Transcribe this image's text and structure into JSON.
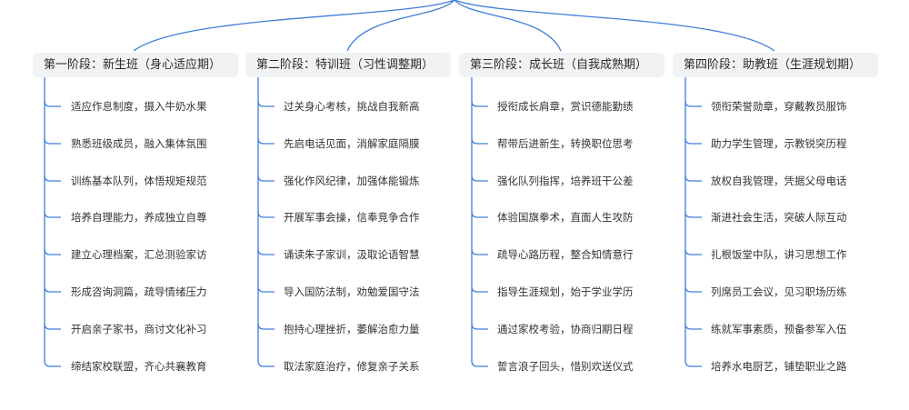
{
  "colors": {
    "connector": "#3f7fd9",
    "header_bg": "#f1f2f4",
    "text": "#333333"
  },
  "stages": [
    {
      "title": "第一阶段：新生班（身心适应期）",
      "items": [
        "适应作息制度，摄入牛奶水果",
        "熟悉班级成员，融入集体氛围",
        "训练基本队列，体悟规矩规范",
        "培养自理能力，养成独立自尊",
        "建立心理档案，汇总测验家访",
        "形成咨询洞篇，疏导情绪压力",
        "开启亲子家书，商讨文化补习",
        "缔结家校联盟，齐心共襄教育"
      ]
    },
    {
      "title": "第二阶段：特训班（习性调整期）",
      "items": [
        "过关身心考核，挑战自我新高",
        "先启电话见面，消解家庭隔膜",
        "强化作风纪律，加强体能锻炼",
        "开展军事会操，信奉竞争合作",
        "诵读朱子家训，汲取论语智慧",
        "导入国防法制，劝勉爱国守法",
        "抱持心理挫折，萎解治愈力量",
        "取法家庭治疗，修复亲子关系"
      ]
    },
    {
      "title": "第三阶段：成长班（自我成熟期）",
      "items": [
        "授衔成长肩章，赏识德能勤绩",
        "帮带后进新生，转换职位思考",
        "强化队列指挥，培养班干公差",
        "体验国旗拳术，直面人生攻防",
        "疏导心路历程，整合知情意行",
        "指导生涯规划，始于学业学历",
        "通过家校考验，协商归期日程",
        "誓言浪子回头，惜别欢送仪式"
      ]
    },
    {
      "title": "第四阶段：助教班（生涯规划期）",
      "items": [
        "领衔荣誉勋章，穿戴教员服饰",
        "助力学生管理，示教锐突历程",
        "放权自我管理，凭据父母电话",
        "渐进社会生活，突破人际互动",
        "扎根饭堂中队，讲习思想工作",
        "列席员工会议，见习职场历练",
        "练就军事素质，预备参军入伍",
        "培养水电厨艺，铺垫职业之路"
      ]
    }
  ]
}
